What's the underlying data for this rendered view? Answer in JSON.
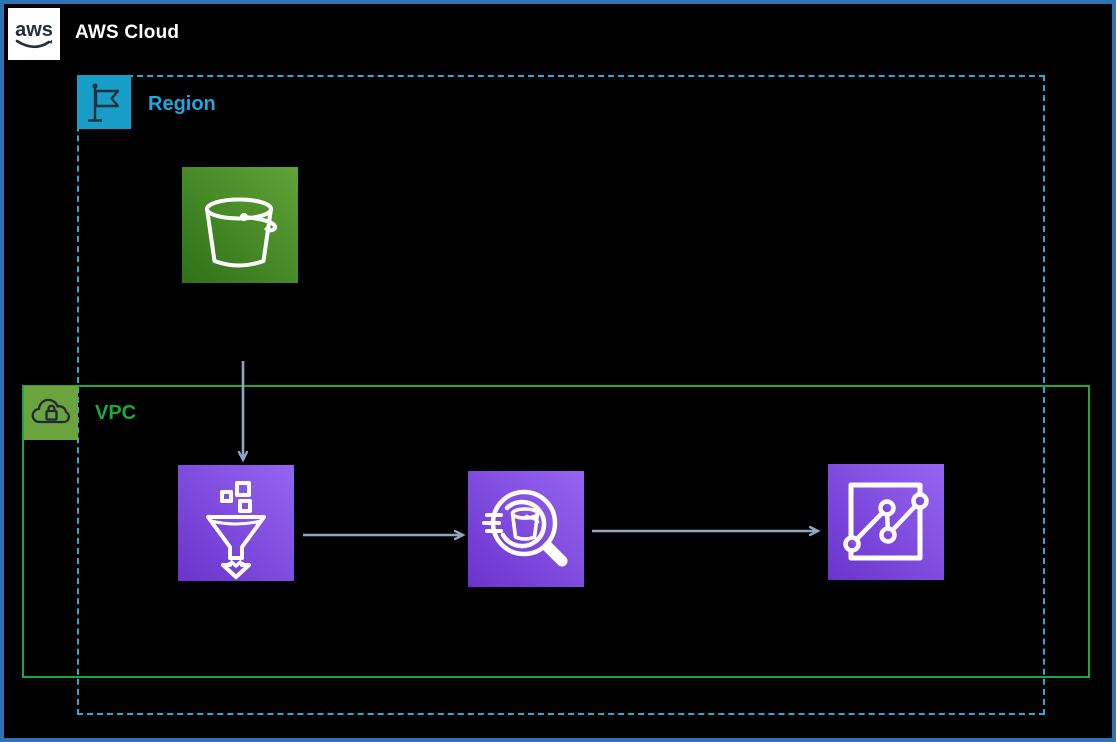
{
  "header": {
    "logo_text": "aws",
    "title": "AWS Cloud"
  },
  "containers": {
    "aws_cloud": {
      "label": "AWS Cloud",
      "border_color": "#2E74B5",
      "border_style": "solid"
    },
    "region": {
      "label": "Region",
      "border_color": "#2BA9DF",
      "border_style": "dashed",
      "icon": "region-flag-icon",
      "icon_bg": "#189CC8"
    },
    "vpc": {
      "label": "VPC",
      "border_color": "#1EA83C",
      "border_style": "solid",
      "icon": "vpc-cloud-lock-icon",
      "icon_bg": "#6BA33C"
    }
  },
  "nodes": [
    {
      "id": "s3-bucket",
      "icon": "s3-bucket-icon",
      "container": "region",
      "gradient": [
        "#2E7118",
        "#60A337"
      ]
    },
    {
      "id": "kinesis-data-firehose",
      "icon": "firehose-funnel-icon",
      "container": "vpc",
      "gradient": [
        "#6B33CC",
        "#9565F2"
      ]
    },
    {
      "id": "opensearch-service",
      "icon": "opensearch-magnifier-icon",
      "container": "vpc",
      "gradient": [
        "#6B33CC",
        "#9565F2"
      ]
    },
    {
      "id": "opensearch-dashboards",
      "icon": "line-chart-icon",
      "container": "vpc",
      "gradient": [
        "#6B33CC",
        "#9565F2"
      ]
    }
  ],
  "edges": [
    {
      "from": "s3-bucket",
      "to": "kinesis-data-firehose",
      "direction": "down"
    },
    {
      "from": "kinesis-data-firehose",
      "to": "opensearch-service",
      "direction": "right"
    },
    {
      "from": "opensearch-service",
      "to": "opensearch-dashboards",
      "direction": "right"
    }
  ],
  "colors": {
    "background": "#000000",
    "outer_border": "#2E74B5",
    "arrow": "#8FA5C3",
    "region_accent": "#1FA6DB",
    "vpc_accent": "#1EA83C",
    "logo_ink": "#232F3E",
    "glyph": "#FFFFFF"
  }
}
